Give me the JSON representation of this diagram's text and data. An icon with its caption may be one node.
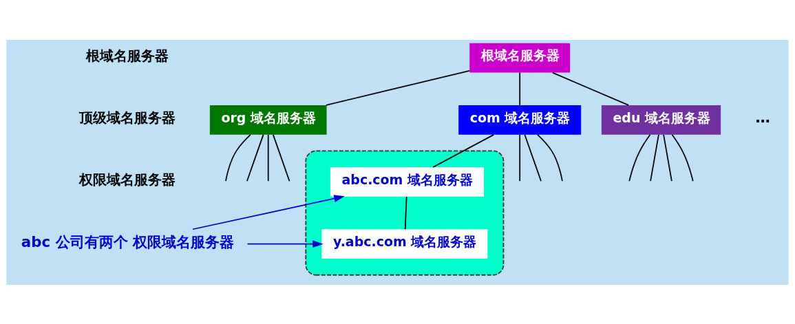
{
  "diagram": {
    "nodes": [
      {
        "text": [
          "根域名服务器"
        ]
      },
      {
        "text": [
          "org 域名服务器"
        ]
      },
      {
        "text": [
          "com 域名服务器"
        ]
      },
      {
        "text": [
          "edu 域名服务器"
        ]
      },
      {
        "text": [],
        "shape": "box"
      },
      {
        "text": [
          "abc.com 域名服务器"
        ],
        "in": 4
      },
      {
        "text": [
          "y.abc.com 域名服务器"
        ],
        "in": 4
      },
      {
        "text": [
          "abc 公司有两个 权限域名服务器"
        ]
      }
    ],
    "edges": [
      {
        "from": 0,
        "to": 1,
        "arrow": "none"
      },
      {
        "from": 0,
        "to": 2,
        "arrow": "none"
      },
      {
        "from": 0,
        "to": 3,
        "arrow": "none"
      },
      {
        "from": 1,
        "to": null,
        "arrow": "none"
      },
      {
        "from": 1,
        "to": null,
        "arrow": "none"
      },
      {
        "from": 1,
        "to": null,
        "arrow": "none"
      },
      {
        "from": 1,
        "to": null,
        "arrow": "none"
      },
      {
        "from": 2,
        "to": null,
        "arrow": "none"
      },
      {
        "from": 2,
        "to": 5,
        "arrow": "none"
      },
      {
        "from": 2,
        "to": null,
        "arrow": "none"
      },
      {
        "from": 2,
        "to": null,
        "arrow": "none"
      },
      {
        "from": 3,
        "to": null,
        "arrow": "none"
      },
      {
        "from": 3,
        "to": null,
        "arrow": "none"
      },
      {
        "from": 3,
        "to": null,
        "arrow": "none"
      },
      {
        "from": 3,
        "to": null,
        "arrow": "none"
      },
      {
        "from": 5,
        "to": 6,
        "arrow": "none"
      },
      {
        "from": 7,
        "to": 5,
        "arrow": "to",
        "color": "#0000cc"
      },
      {
        "from": 7,
        "to": 6,
        "arrow": "to",
        "color": "#0000cc"
      }
    ],
    "labels": [
      "根域名服务器",
      "顶级域名服务器",
      "权限域名服务器",
      "…"
    ]
  }
}
